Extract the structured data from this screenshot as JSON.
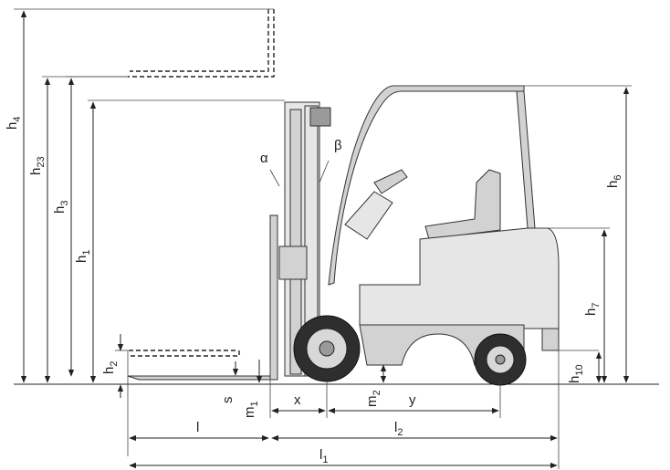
{
  "labels": {
    "h4": {
      "main": "h",
      "sub": "4"
    },
    "h23": {
      "main": "h",
      "sub": "23"
    },
    "h3": {
      "main": "h",
      "sub": "3"
    },
    "h1": {
      "main": "h",
      "sub": "1"
    },
    "h2": {
      "main": "h",
      "sub": "2"
    },
    "h6": {
      "main": "h",
      "sub": "6"
    },
    "h7": {
      "main": "h",
      "sub": "7"
    },
    "h10": {
      "main": "h",
      "sub": "10"
    },
    "m1": {
      "main": "m",
      "sub": "1"
    },
    "m2": {
      "main": "m",
      "sub": "2"
    },
    "s": "s",
    "x": "x",
    "y": "y",
    "l": "l",
    "l1": {
      "main": "l",
      "sub": "1"
    },
    "l2": {
      "main": "l",
      "sub": "2"
    },
    "alpha": "α",
    "beta": "β"
  }
}
